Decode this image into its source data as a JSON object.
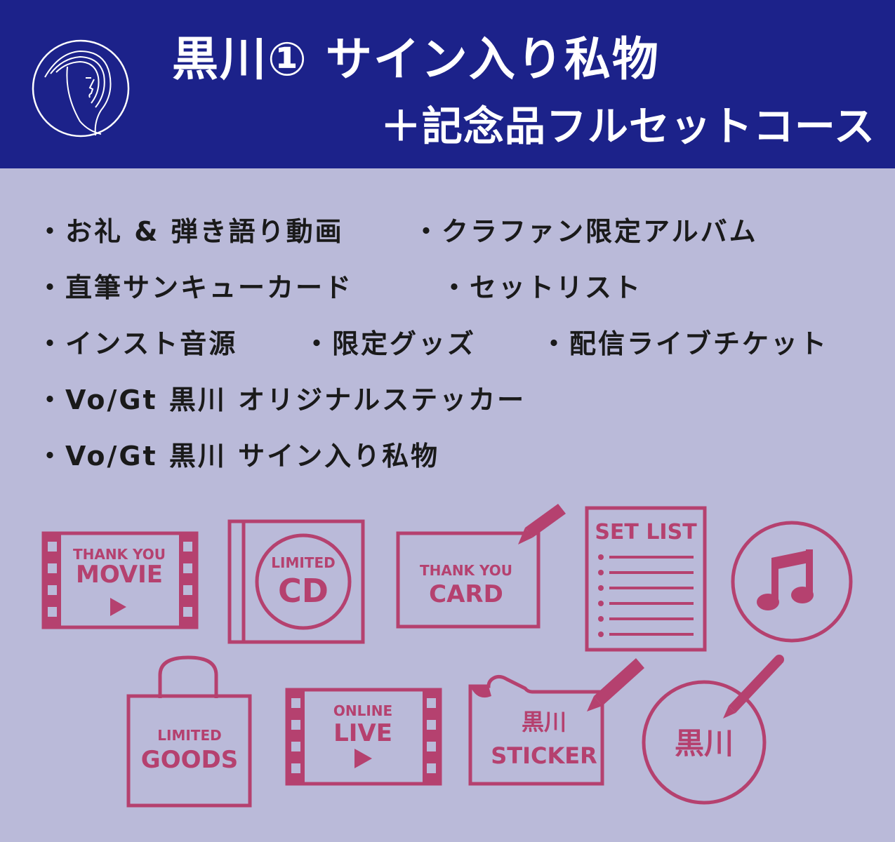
{
  "header": {
    "title": "黒川① サイン入り私物",
    "subtitle": "＋記念品フルセットコース"
  },
  "items": [
    "・お礼 & 弾き語り動画",
    "・クラファン限定アルバム",
    "・直筆サンキューカード",
    "・セットリスト",
    "・インスト音源",
    "・限定グッズ",
    "・配信ライブチケット",
    "・Vo/Gt 黒川 オリジナルステッカー",
    "・Vo/Gt 黒川 サイン入り私物"
  ],
  "icons": {
    "movie": [
      "THANK YOU",
      "MOVIE"
    ],
    "cd": [
      "LIMITED",
      "CD"
    ],
    "card": [
      "THANK YOU",
      "CARD"
    ],
    "setlist": "SET LIST",
    "goods": [
      "LIMITED",
      "GOODS"
    ],
    "live": [
      "ONLINE",
      "LIVE"
    ],
    "sticker": [
      "黒川",
      "STICKER"
    ],
    "signed": "黒川"
  },
  "colors": {
    "header_bg": "#1c228a",
    "body_bg": "#babad9",
    "icon": "#b5416f"
  }
}
